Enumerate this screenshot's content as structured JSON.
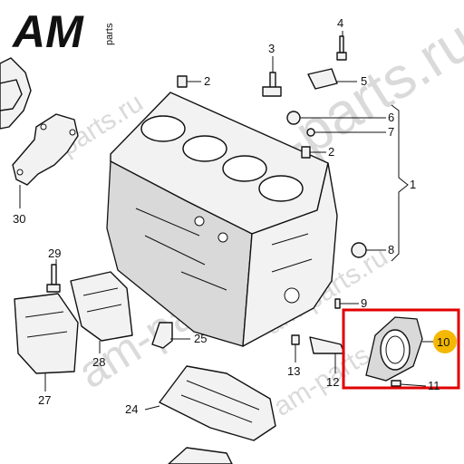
{
  "logo": {
    "main": "AM",
    "sub": "parts"
  },
  "watermarks": [
    "am-parts.ru",
    "am-parts.ru",
    "am-parts.ru",
    "am-parts.ru",
    "am-parts.ru"
  ],
  "callouts": {
    "c1": "1",
    "c2a": "2",
    "c2b": "2",
    "c3": "3",
    "c4": "4",
    "c5": "5",
    "c6": "6",
    "c7": "7",
    "c8": "8",
    "c9": "9",
    "c10": "10",
    "c11": "11",
    "c12": "12",
    "c13": "13",
    "c24": "24",
    "c25": "25",
    "c27": "27",
    "c28": "28",
    "c29": "29",
    "c30": "30"
  },
  "colors": {
    "highlight_box": "#e00000",
    "highlight_badge": "#f5b800",
    "ink": "#111111",
    "watermark": "#bdbdbd"
  }
}
